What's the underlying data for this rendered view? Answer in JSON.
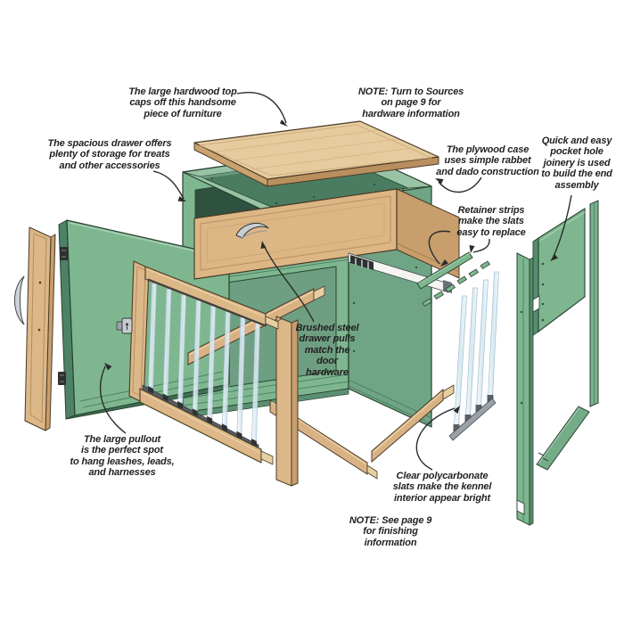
{
  "figure": {
    "labels": {
      "hardwood_top": "The large hardwood top\ncaps off this handsome\npiece of furniture",
      "spacious_drawer": "The spacious drawer offers\nplenty of storage for treats\nand other accessories",
      "plywood_case": "The plywood case\nuses simple rabbet\nand dado construction",
      "pocket_hole": "Quick and easy\npocket hole\njoinery is used\nto build the end\nassembly",
      "retainer_strips": "Retainer strips\nmake the slats\neasy to replace",
      "drawer_pulls": "Brushed steel\ndrawer pulls\nmatch the\ndoor\nhardware",
      "large_pullout": "The large pullout\nis the perfect spot\nto hang leashes, leads,\nand harnesses",
      "clear_slats": "Clear polycarbonate\nslats make the kennel\ninterior appear bright"
    },
    "notes": {
      "sources": {
        "prefix": "NOTE:",
        "text": " Turn to Sources\non page 9 for\nhardware information"
      },
      "finishing": {
        "prefix": "NOTE:",
        "text": " See page 9\nfor finishing\ninformation"
      }
    },
    "colors": {
      "green_face": "#7eb78f",
      "green_top": "#98c4a5",
      "green_side": "#6fa585",
      "green_dark": "#4e8266",
      "green_interior": "#4a7c61",
      "wood_face": "#ddb685",
      "wood_top": "#e6cb9e",
      "wood_side": "#c79e6c",
      "clear_slat": "#e9f2f8",
      "metal": "#c6ccd1",
      "slide_white": "#f4f4f1",
      "text": "#231f20",
      "leader": "#2b2b2b",
      "background": "#ffffff"
    }
  }
}
